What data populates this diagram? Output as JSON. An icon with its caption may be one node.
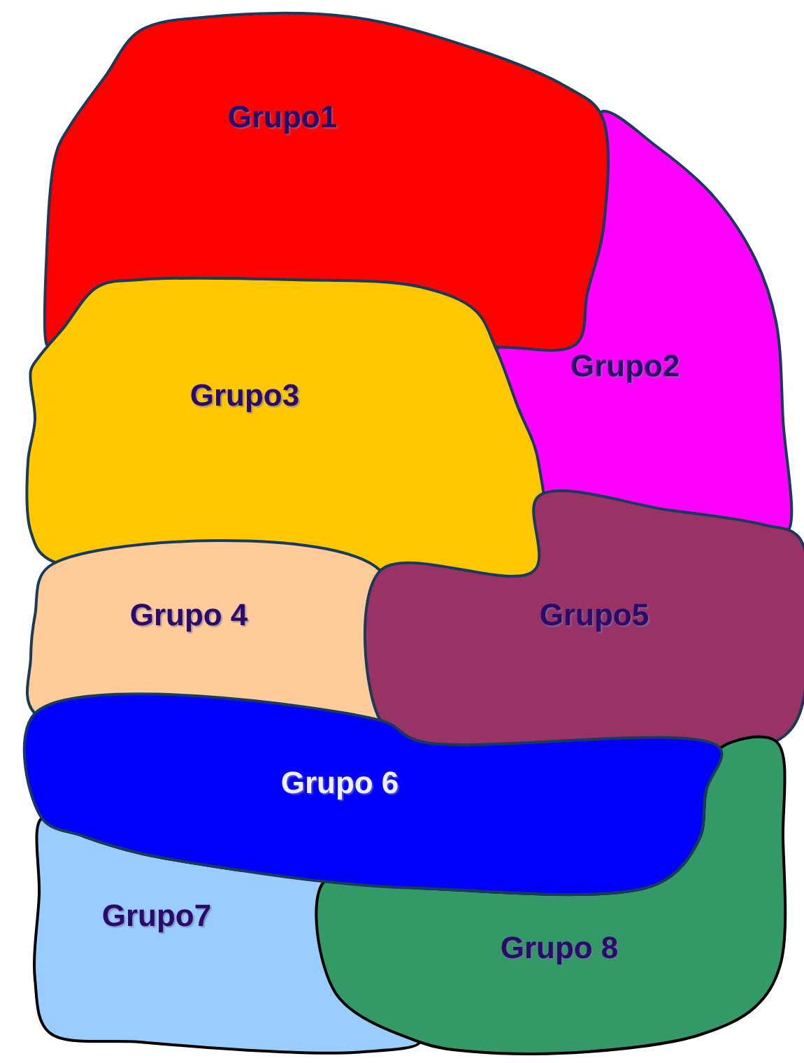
{
  "diagram": {
    "nodes": [
      {
        "text": [
          "Grupo1"
        ]
      },
      {
        "text": [
          "Grupo2"
        ]
      },
      {
        "text": [
          "Grupo3"
        ]
      },
      {
        "text": [
          "Grupo 4"
        ]
      },
      {
        "text": [
          "Grupo5"
        ]
      },
      {
        "text": [
          "Grupo 6"
        ]
      },
      {
        "text": [
          "Grupo7"
        ]
      },
      {
        "text": [
          "Grupo 8"
        ]
      }
    ]
  }
}
